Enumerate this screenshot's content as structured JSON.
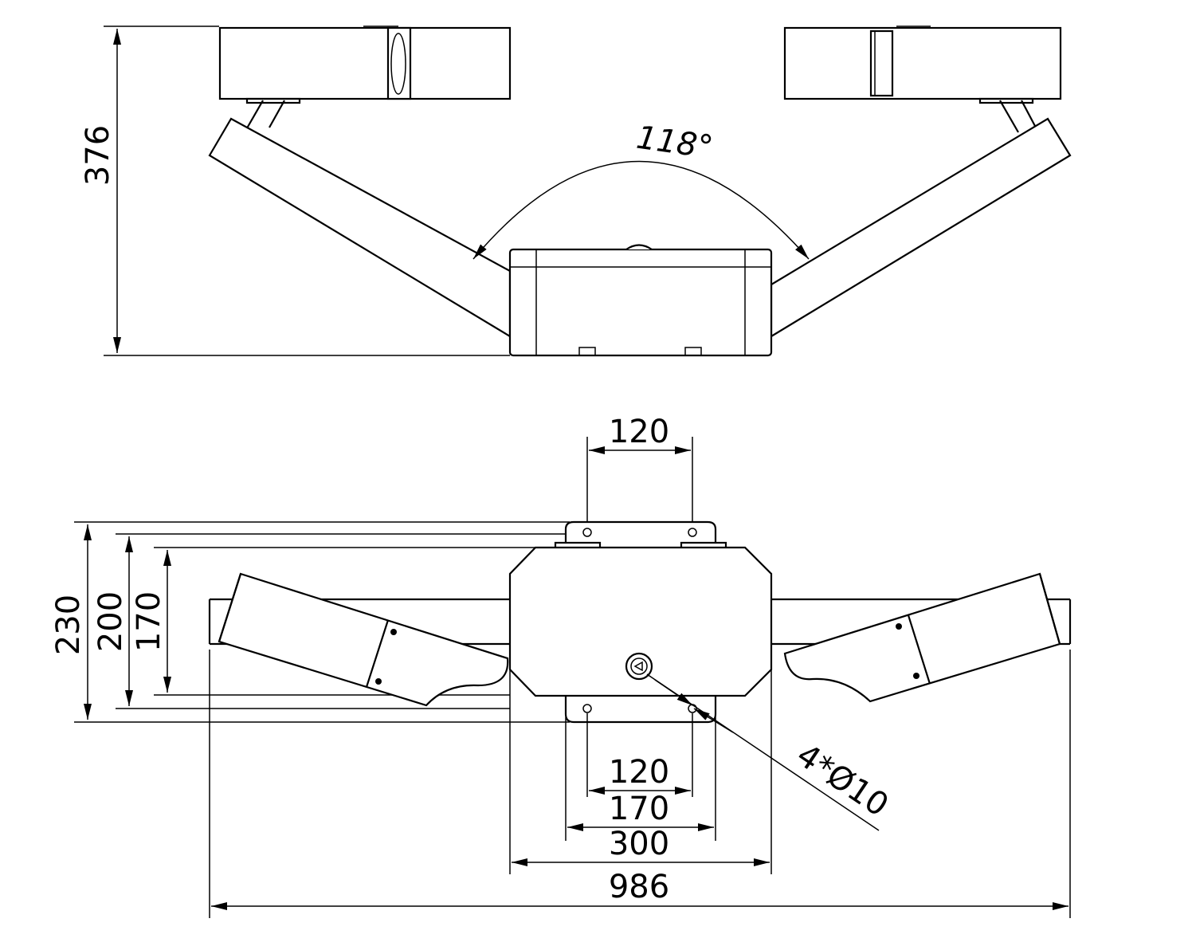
{
  "top_view": {
    "height_dim": "376",
    "angle_dim": "118°"
  },
  "bottom_view": {
    "top_spacing_dim": "120",
    "height_dim_outer": "230",
    "height_dim_mid": "200",
    "height_dim_inner": "170",
    "bottom_spacing_dim": "120",
    "slot_width_dim": "170",
    "bracket_width_dim": "300",
    "total_width_dim": "986",
    "hole_callout": "4*Ø10"
  }
}
